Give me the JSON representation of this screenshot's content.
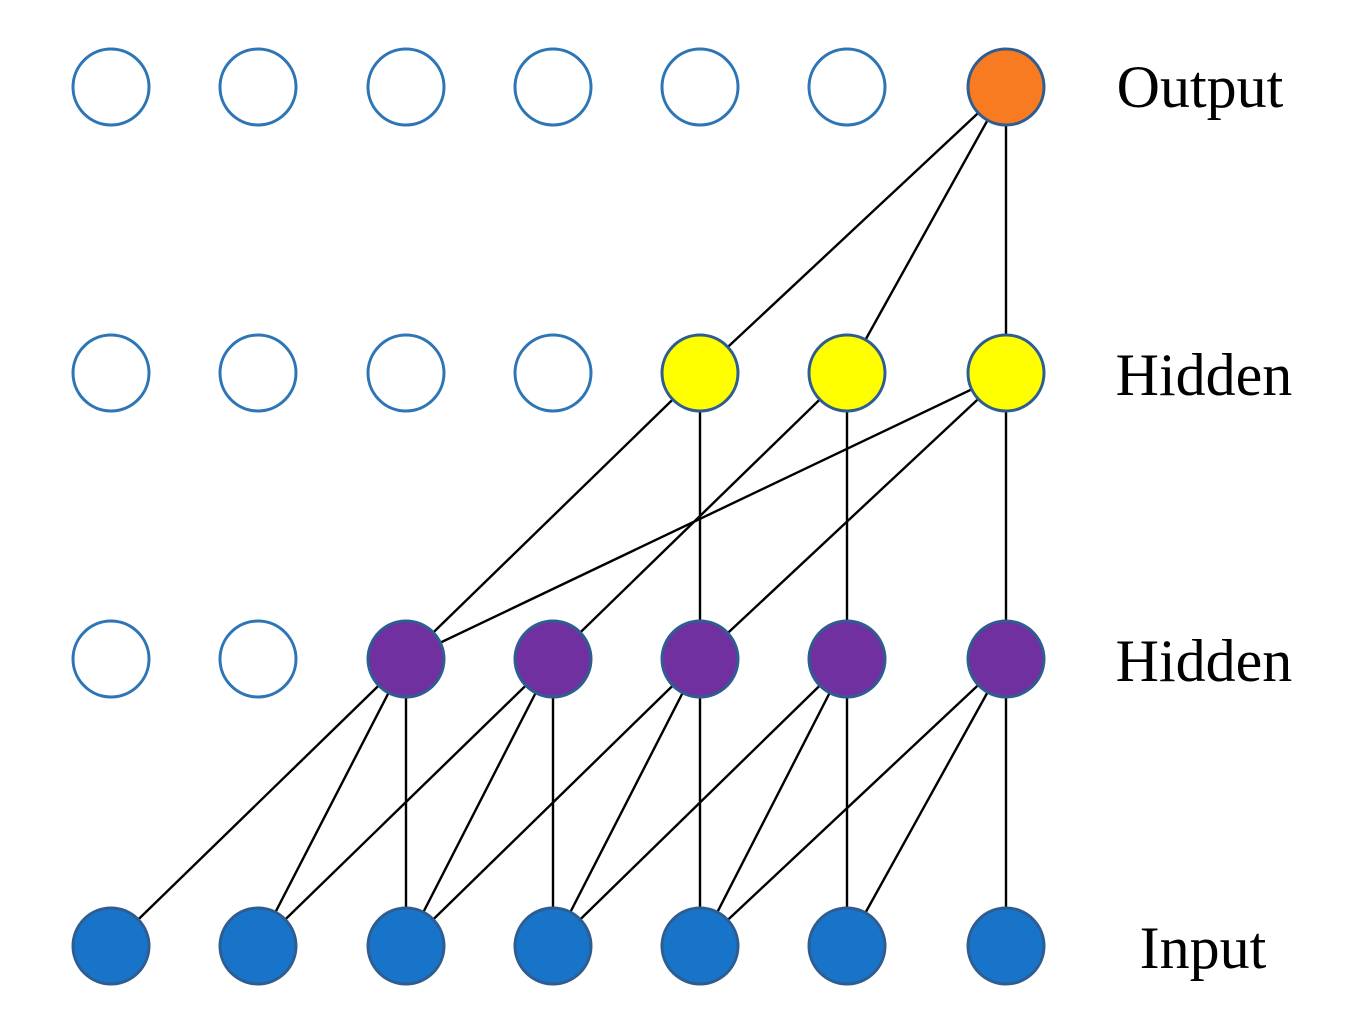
{
  "colors": {
    "background": "#ffffff",
    "edge": "#000000",
    "inactive_stroke": "#2e75b6",
    "input_fill": "#1874c8",
    "hidden1_fill": "#7030a0",
    "hidden2_fill": "#ffff00",
    "output_fill": "#f97b21",
    "active_stroke": "#2e5d91"
  },
  "layers": [
    {
      "id": "output",
      "label": "Output",
      "node_count": 7,
      "active_nodes": [
        6
      ],
      "fill_key": "output_fill"
    },
    {
      "id": "hidden2",
      "label": "Hidden",
      "node_count": 7,
      "active_nodes": [
        4,
        5,
        6
      ],
      "fill_key": "hidden2_fill"
    },
    {
      "id": "hidden1",
      "label": "Hidden",
      "node_count": 7,
      "active_nodes": [
        2,
        3,
        4,
        5,
        6
      ],
      "fill_key": "hidden1_fill"
    },
    {
      "id": "input",
      "label": "Input",
      "node_count": 7,
      "active_nodes": [
        0,
        1,
        2,
        3,
        4,
        5,
        6
      ],
      "fill_key": "input_fill"
    }
  ],
  "connections": [
    {
      "from_layer": "input",
      "to_layer": "hidden1",
      "dilation": 1,
      "kernel": 3
    },
    {
      "from_layer": "hidden1",
      "to_layer": "hidden2",
      "dilation": 2,
      "kernel": 3
    },
    {
      "from_layer": "hidden2",
      "to_layer": "output",
      "dilation": 1,
      "kernel": 3
    }
  ]
}
